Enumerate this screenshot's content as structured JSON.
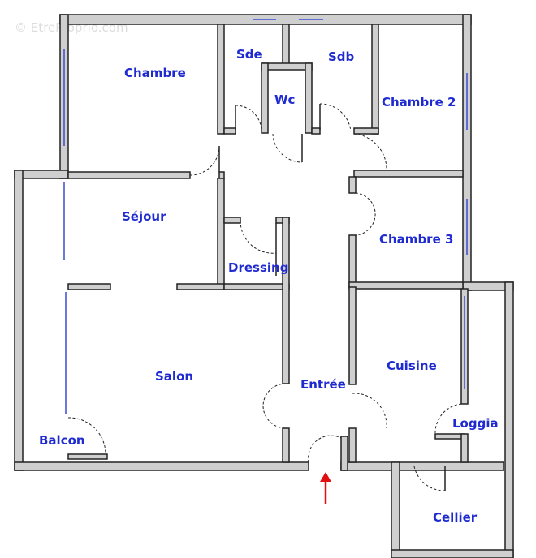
{
  "watermark": "© EtreProprio.com",
  "rooms": {
    "chambre": "Chambre",
    "sde": "Sde",
    "sdb": "Sdb",
    "wc": "Wc",
    "chambre2": "Chambre 2",
    "sejour": "Séjour",
    "dressing": "Dressing",
    "chambre3": "Chambre 3",
    "salon": "Salon",
    "entree": "Entrée",
    "cuisine": "Cuisine",
    "loggia": "Loggia",
    "balcon": "Balcon",
    "cellier": "Cellier"
  },
  "colors": {
    "labels": "#1f2bd1",
    "walls": "#cfcfcf",
    "windows": "#3a4bd6",
    "entrance_arrow": "#e01010"
  }
}
